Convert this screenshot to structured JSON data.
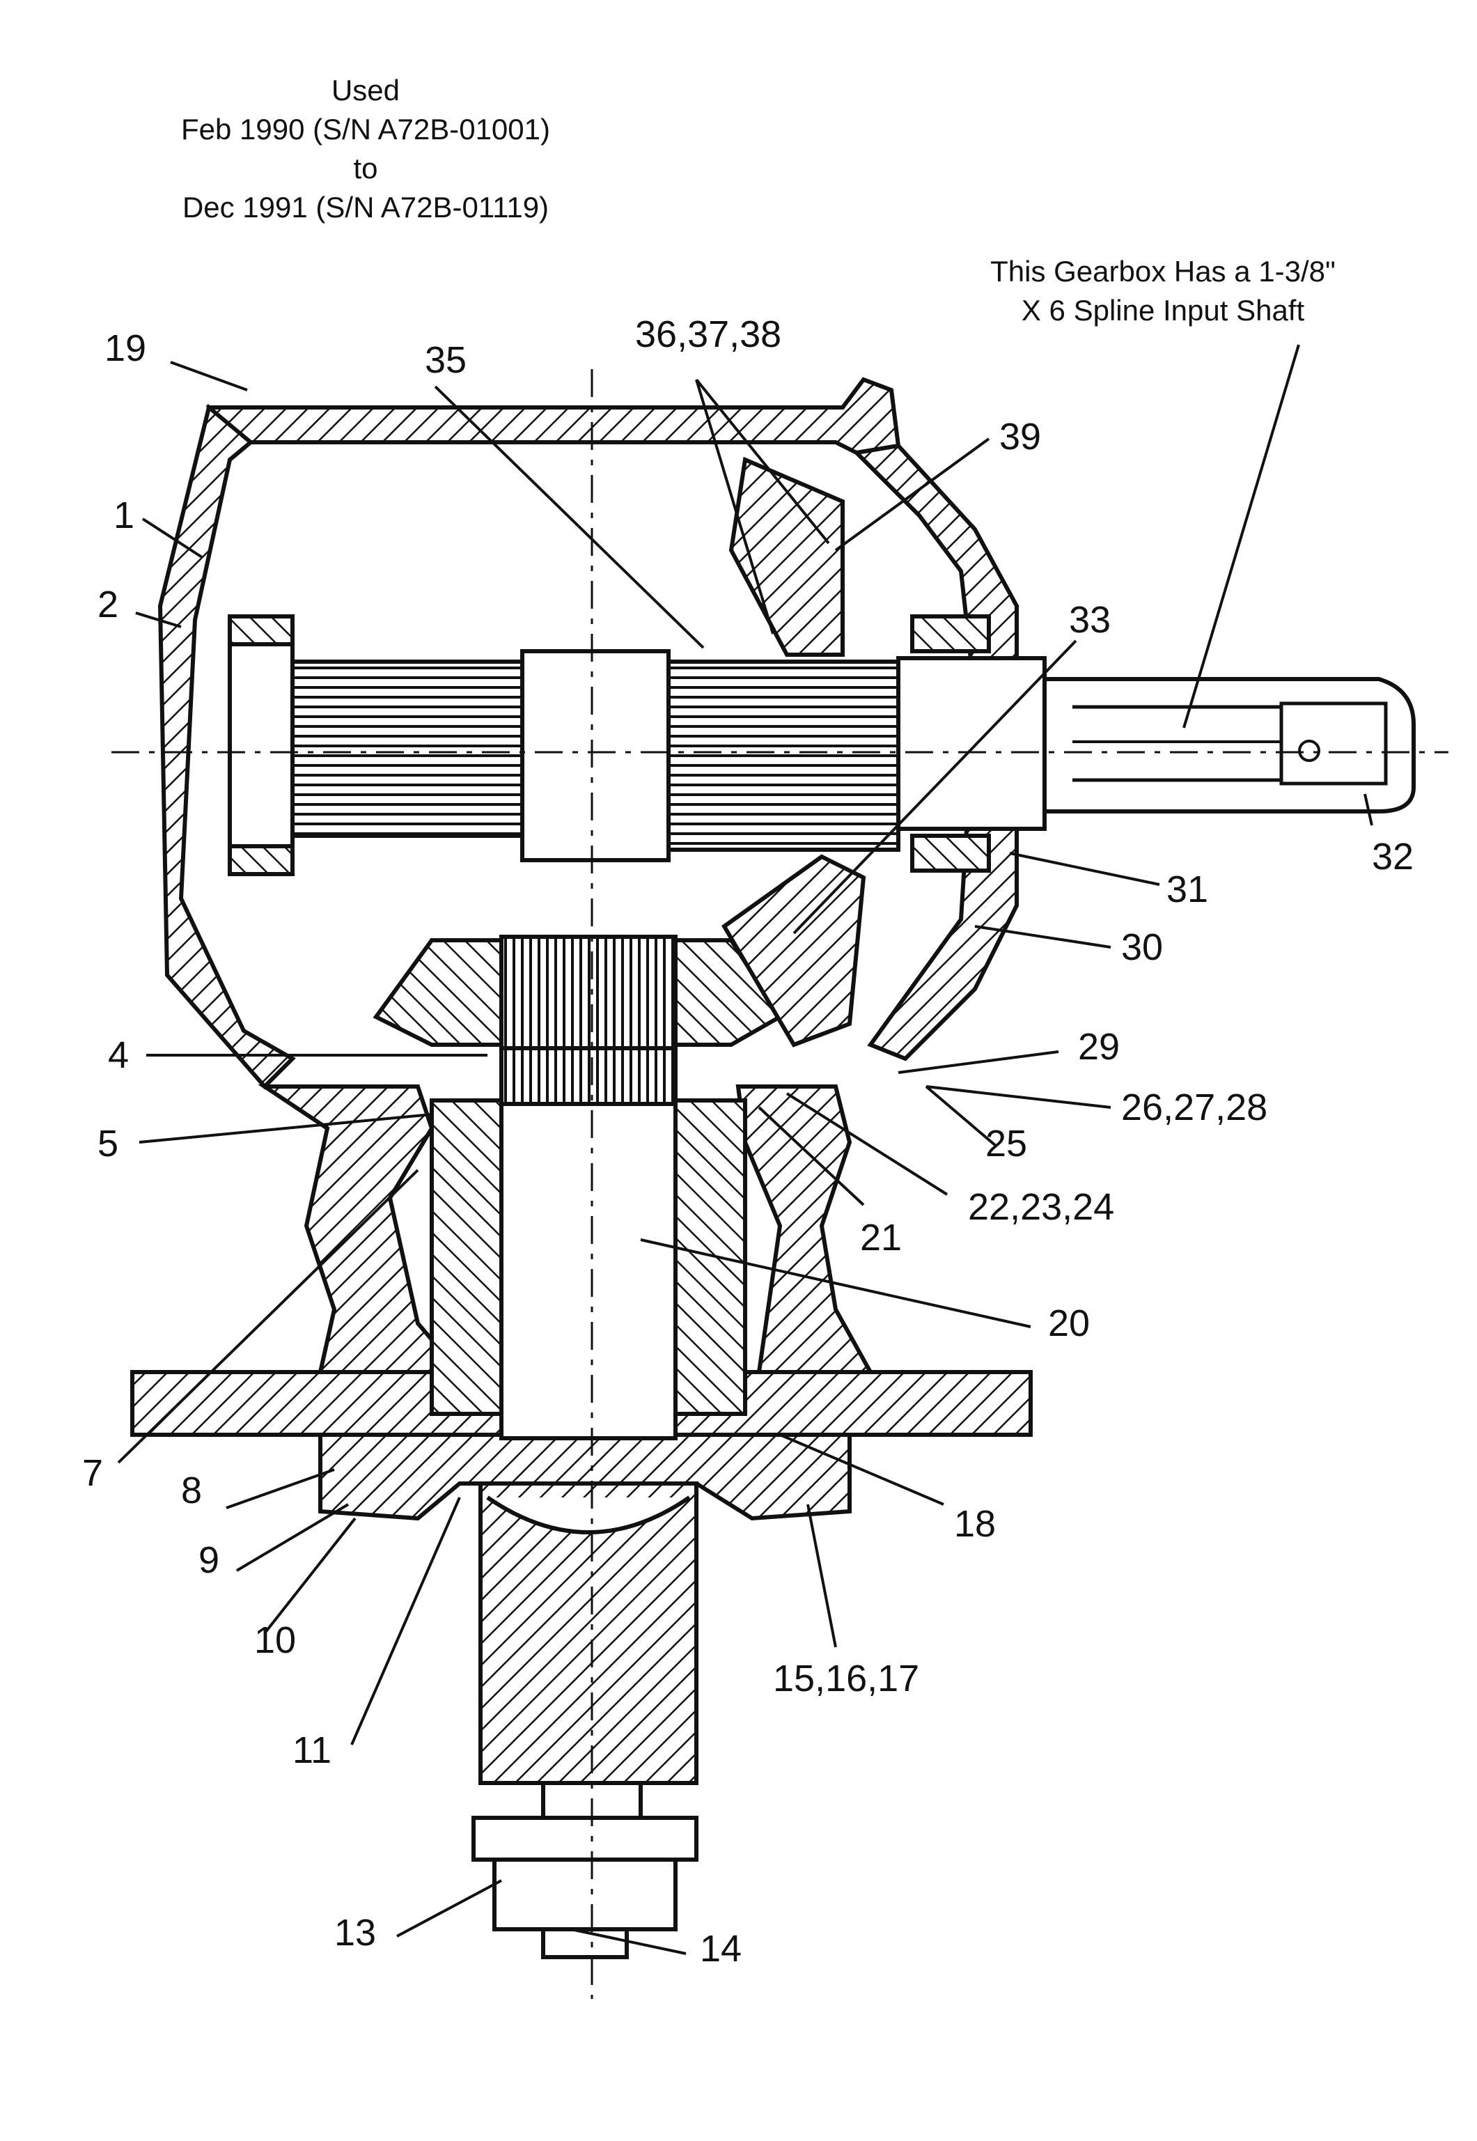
{
  "usage_note": {
    "line1": "Used",
    "line2": "Feb 1990  (S/N A72B-01001)",
    "line3": "to",
    "line4": "Dec  1991  (S/N A72B-01119)"
  },
  "spline_note": {
    "line1": "This Gearbox Has a 1-3/8\"",
    "line2": "X  6 Spline Input Shaft"
  },
  "callouts": {
    "c1": "1",
    "c2": "2",
    "c4": "4",
    "c5": "5",
    "c7": "7",
    "c8": "8",
    "c9": "9",
    "c10": "10",
    "c11": "11",
    "c13": "13",
    "c14": "14",
    "c15_17": "15,16,17",
    "c18": "18",
    "c19": "19",
    "c20": "20",
    "c21": "21",
    "c22_24": "22,23,24",
    "c25": "25",
    "c26_28": "26,27,28",
    "c29": "29",
    "c30": "30",
    "c31": "31",
    "c32": "32",
    "c33": "33",
    "c35": "35",
    "c36_38": "36,37,38",
    "c39": "39"
  }
}
